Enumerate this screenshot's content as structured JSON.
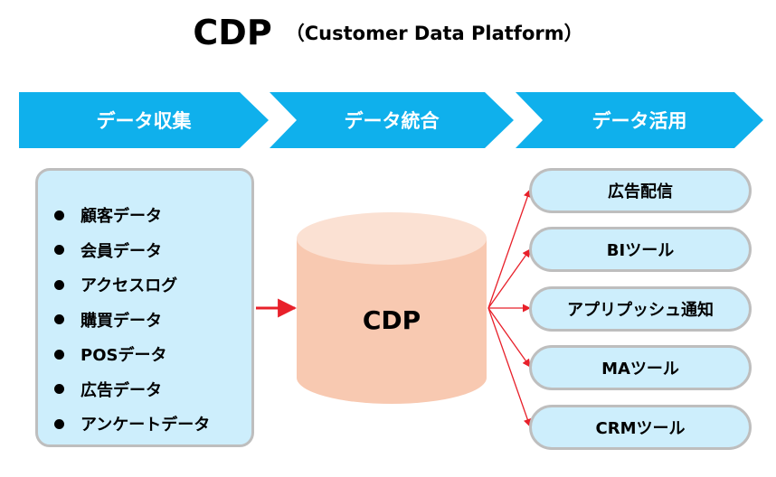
{
  "title": {
    "main": "CDP",
    "sub": "（Customer Data Platform）"
  },
  "stages": [
    {
      "label": "データ収集"
    },
    {
      "label": "データ統合"
    },
    {
      "label": "データ活用"
    }
  ],
  "sources": {
    "items": [
      {
        "label": "顧客データ"
      },
      {
        "label": "会員データ"
      },
      {
        "label": "アクセスログ"
      },
      {
        "label": "購買データ"
      },
      {
        "label": "POSデータ"
      },
      {
        "label": "広告データ"
      },
      {
        "label": "アンケートデータ"
      }
    ]
  },
  "hub": {
    "label": "CDP"
  },
  "targets": {
    "items": [
      {
        "label": "広告配信"
      },
      {
        "label": "BIツール"
      },
      {
        "label": "アプリプッシュ通知"
      },
      {
        "label": "MAツール"
      },
      {
        "label": "CRMツール"
      }
    ]
  },
  "colors": {
    "stage_fill": "#0fb0ec",
    "panel_fill": "#cdeefc",
    "panel_border": "#bebebe",
    "cylinder_body": "#f8c9b1",
    "cylinder_top": "#fbe1d3",
    "arrow": "#e8202a"
  }
}
